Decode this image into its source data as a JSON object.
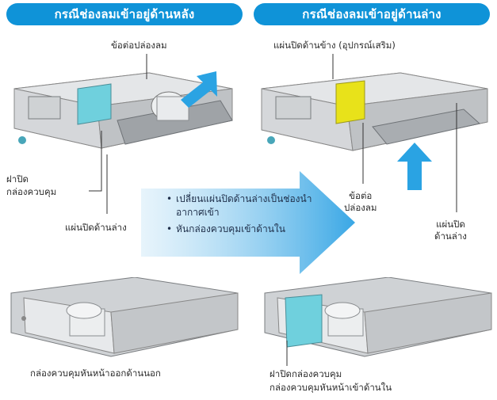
{
  "left_header": "กรณีช่องลมเข้าอยู่ด้านหลัง",
  "right_header": "กรณีช่องลมเข้าอยู่ด้านล่าง",
  "labels": {
    "duct_connector_top": "ข้อต่อปล่องลม",
    "control_box_cover_1": "ฝาปิด",
    "control_box_cover_2": "กล่องควบคุม",
    "bottom_panel_left": "แผ่นปิดด้านล่าง",
    "side_panel_optional": "แผ่นปิดด้านข้าง (อุปกรณ์เสริม)",
    "duct_connector_right_1": "ข้อต่อ",
    "duct_connector_right_2": "ปล่องลม",
    "bottom_panel_right_1": "แผ่นปิด",
    "bottom_panel_right_2": "ด้านล่าง",
    "control_box_outward": "กล่องควบคุมหันหน้าออกด้านนอก",
    "control_box_cover_bottom": "ฝาปิดกล่องควบคุม",
    "control_box_inward": "กล่องควบคุมหันหน้าเข้าด้านใน"
  },
  "bullets": [
    {
      "symbol": "•",
      "text": "เปลี่ยนแผ่นปิดด้านล่างเป็นช่องนำอากาศเข้า"
    },
    {
      "symbol": "•",
      "text": "หันกล่องควบคุมเข้าด้านใน"
    }
  ],
  "colors": {
    "header_bg": "#0f93d8",
    "arrow": "#3aa9e6",
    "cover_cyan": "#6fd0dd",
    "cover_yellow": "#e8e21a",
    "unit_body": "#d9dbdd"
  }
}
